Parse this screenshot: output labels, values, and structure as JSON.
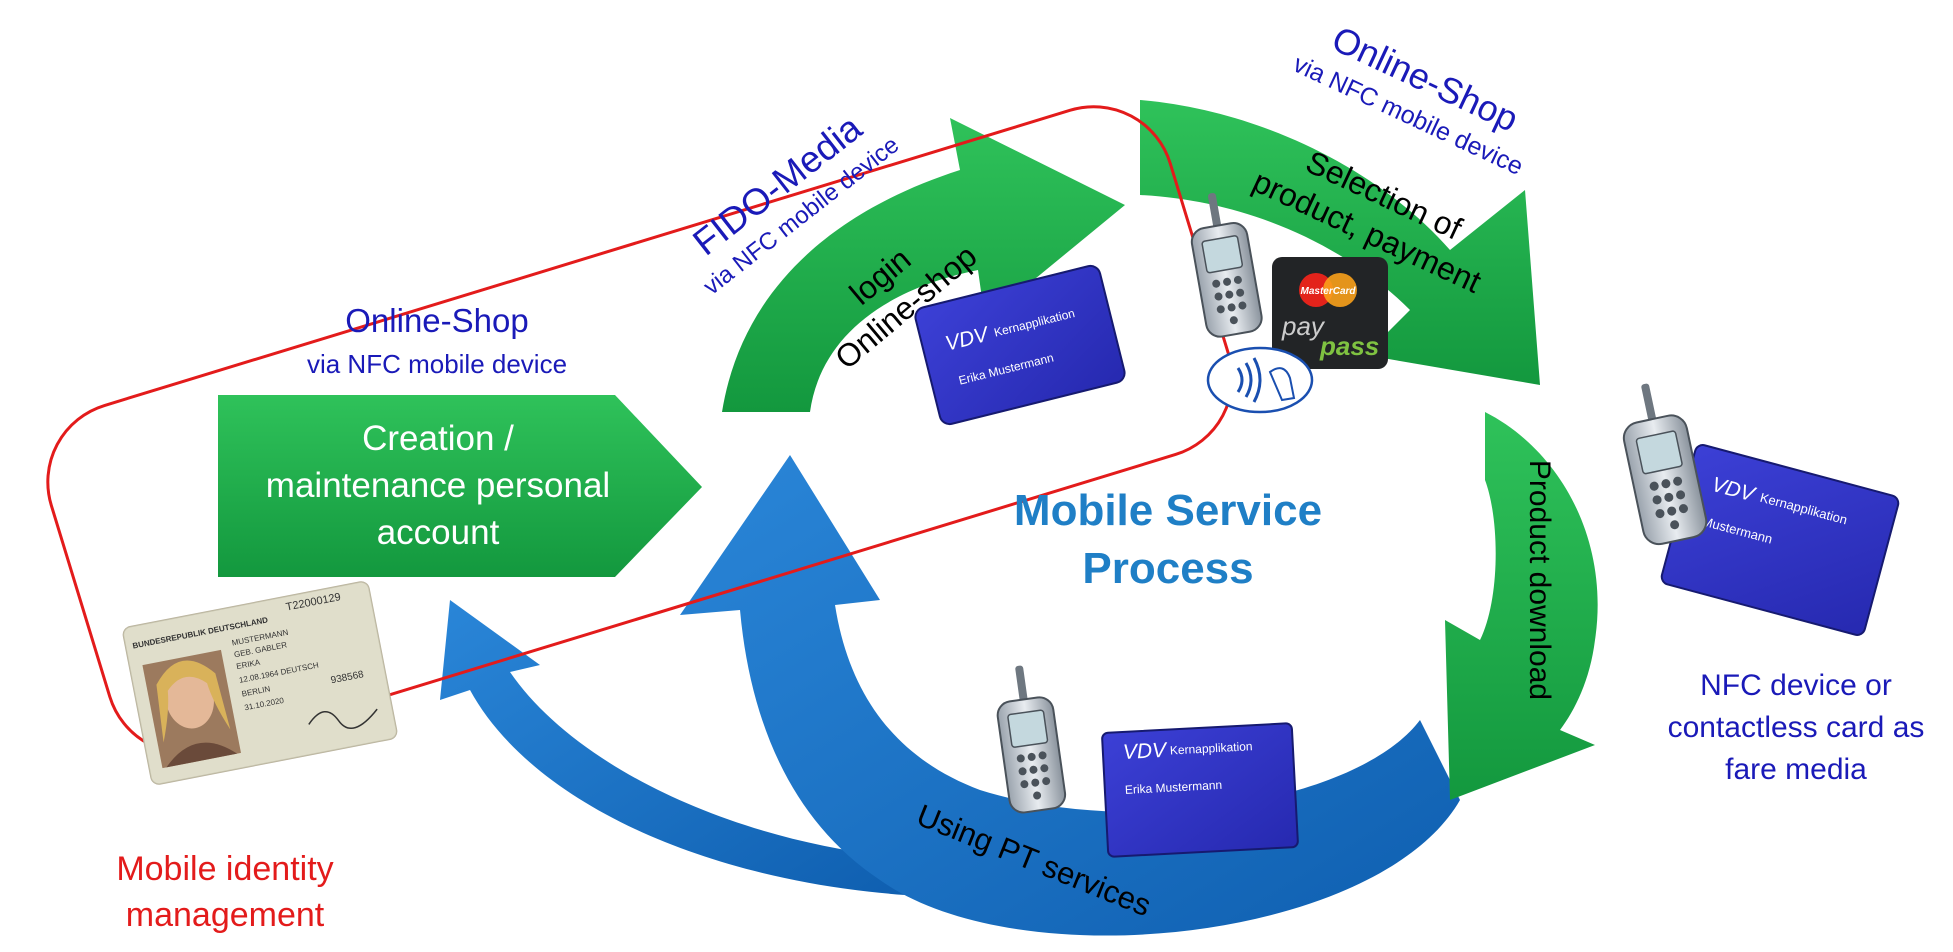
{
  "labels": {
    "onlineshop_left_title": "Online-Shop",
    "onlineshop_left_sub": "via NFC mobile device",
    "fido_title": "FIDO-Media",
    "fido_sub": "via NFC mobile device",
    "onlineshop_right_title": "Online-Shop",
    "onlineshop_right_sub": "via NFC mobile device",
    "creation_line1": "Creation /",
    "creation_line2": "maintenance personal",
    "creation_line3": "account",
    "login_line1": "login",
    "login_line2": "Online-shop",
    "selection_line1": "Selection of",
    "selection_line2": "product, payment",
    "product_download": "Product download",
    "using_pt": "Using PT services",
    "center_line1": "Mobile Service",
    "center_line2": "Process",
    "nfc_line1": "NFC device or",
    "nfc_line2": "contactless card as",
    "nfc_line3": "fare media",
    "identity_line1": "Mobile identity",
    "identity_line2": "management"
  },
  "cards": {
    "brand": "VDV",
    "app": "Kernapplikation",
    "holder": "Erika Mustermann",
    "holder_partial": "Mustermann"
  },
  "payment_logo": {
    "brand": "MasterCard",
    "pay": "pay",
    "pass": "pass"
  },
  "id_card": {
    "number": "T22000129",
    "header": "BUNDESREPUBLIK DEUTSCHLAND",
    "surname": "MUSTERMANN",
    "birthname": "GEB. GABLER",
    "given": "ERIKA",
    "dob": "12.08.1964 DEUTSCH",
    "place": "BERLIN",
    "expiry": "31.10.2020",
    "code": "938568"
  },
  "colors": {
    "green": "#1aa84a",
    "blue": "#1a72c8",
    "red": "#e31b1b",
    "card": "#3236c8",
    "label_blue": "#1a1ab8",
    "title_blue": "#1f7fc6"
  }
}
